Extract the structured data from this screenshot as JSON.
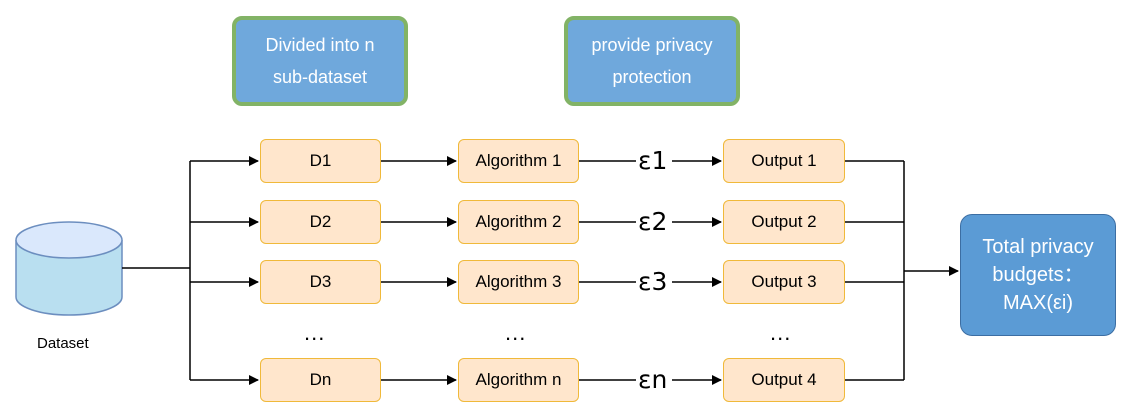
{
  "notes": {
    "split": [
      "Divided into n",
      "sub-dataset"
    ],
    "protect": [
      "provide privacy",
      "protection"
    ]
  },
  "dataset": {
    "label": "Dataset"
  },
  "rows": [
    {
      "subset": "D1",
      "algorithm": "Algorithm 1",
      "epsilon": "ε1",
      "output": "Output 1"
    },
    {
      "subset": "D2",
      "algorithm": "Algorithm 2",
      "epsilon": "ε2",
      "output": "Output 2"
    },
    {
      "subset": "D3",
      "algorithm": "Algorithm 3",
      "epsilon": "ε3",
      "output": "Output 3"
    },
    {
      "subset": "Dn",
      "algorithm": "Algorithm n",
      "epsilon": "εn",
      "output": "Output 4"
    }
  ],
  "ellipsis": "...",
  "total": [
    "Total privacy",
    "budgets：",
    "MAX(εi)"
  ],
  "colors": {
    "process_fill": "#ffe6cc",
    "process_border": "#f0b93a",
    "note_fill": "#6fa8dc",
    "note_border": "#82b366",
    "total_fill": "#5b9bd5",
    "cylinder_fill": "#b9dff0",
    "cylinder_top": "#dae8fc",
    "cylinder_border": "#6c8ebf"
  }
}
